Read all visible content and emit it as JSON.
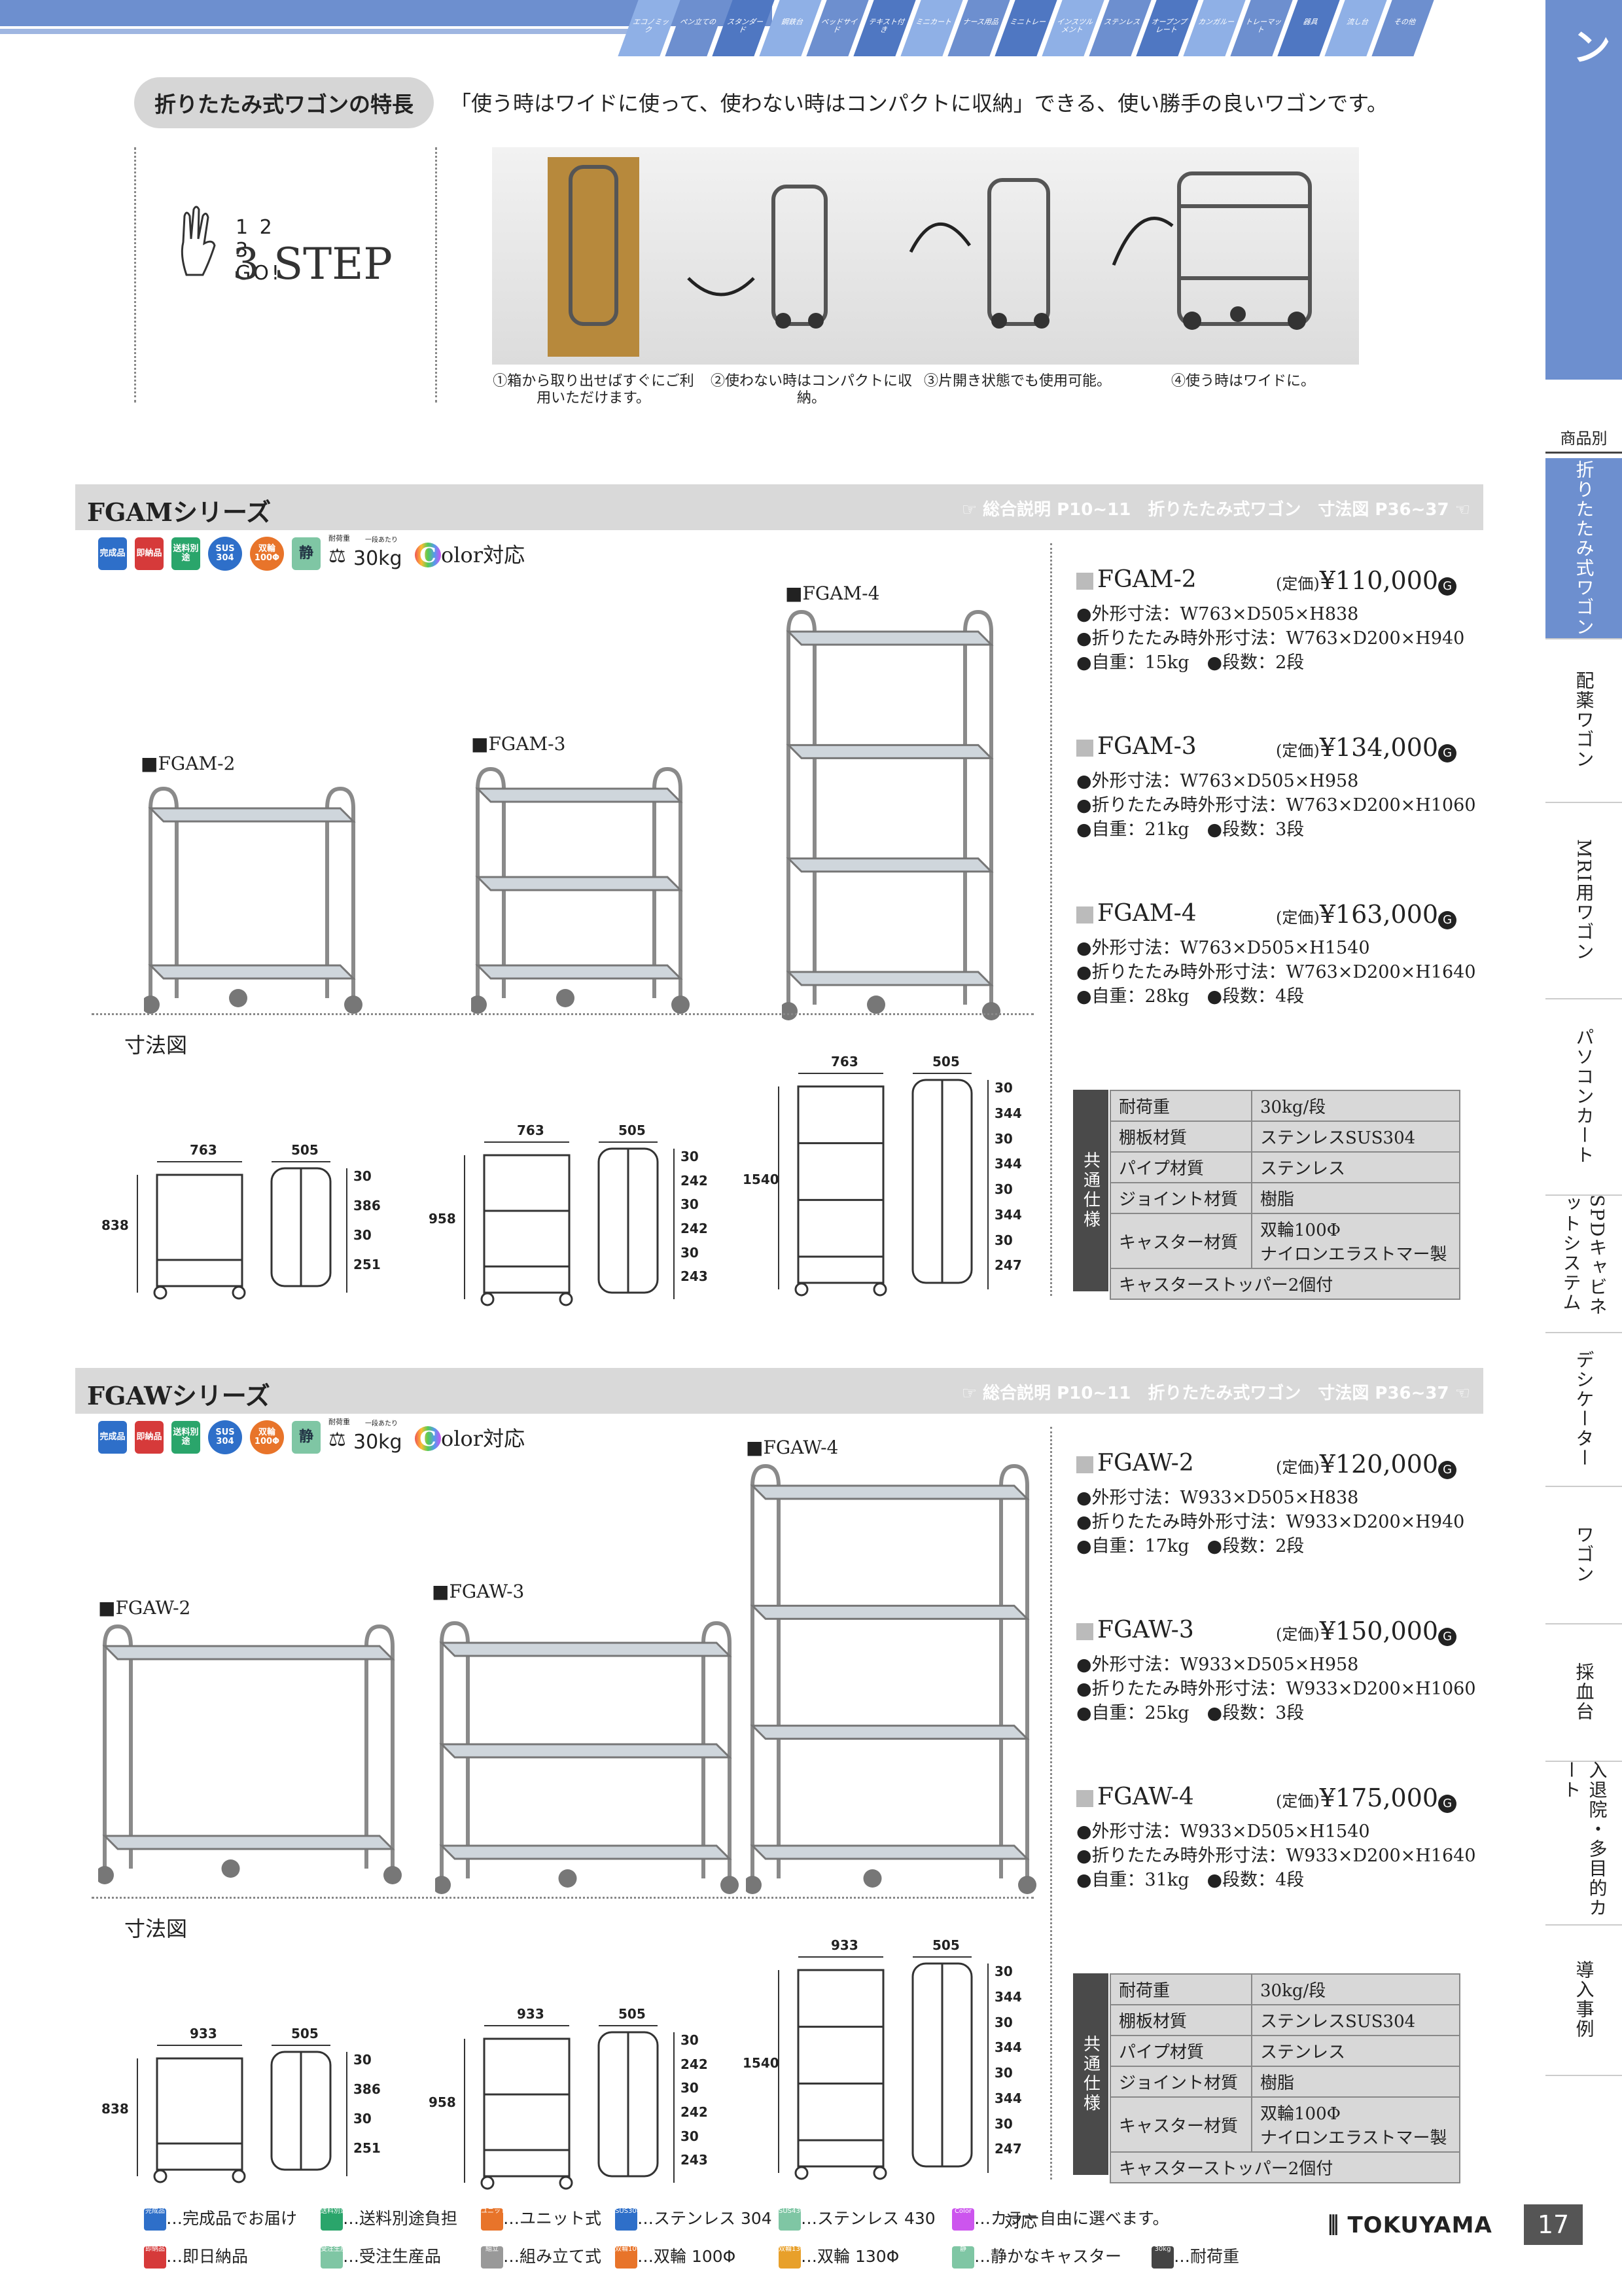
{
  "top_nav": [
    "エコノミック",
    "ペン立ての",
    "スタンダード",
    "鋼鉄台",
    "ベッドサイド",
    "テキスト付き",
    "ミニカート",
    "ナース用品",
    "ミニトレー",
    "インスツルメント",
    "ステンレス",
    "オープンプレート",
    "カンガルー",
    "トレーマット",
    "器具",
    "流し台",
    "その他"
  ],
  "sidebar": {
    "title": "折りたたみ式ワゴン",
    "category_label": "商品別",
    "items": [
      "折りたたみ式ワゴン",
      "配薬ワゴン",
      "MRI用ワゴン",
      "パソコンカート",
      "SPDキャビネットシステム",
      "デシケーター",
      "ワゴン",
      "採血台",
      "入退院・多目的カート",
      "導入事例"
    ]
  },
  "feature": {
    "pill": "折りたたみ式ワゴンの特長",
    "text": "「使う時はワイドに使って、使わない時はコンパクトに収納」できる、使い勝手の良いワゴンです。",
    "step_small": "1 2 3 GO!",
    "step_big": "3 STEP",
    "captions": [
      "①箱から取り出せばすぐにご利用いただけます。",
      "②使わない時はコンパクトに収納。",
      "③片開き状態でも使用可能。",
      "④使う時はワイドに。"
    ]
  },
  "badge_labels": {
    "kansei": "完成品",
    "soku": "即納品",
    "soryo": "送料別途",
    "sus": "SUS 304",
    "sowa": "双輪 100Φ",
    "shizuka": "静",
    "weight": "30kg",
    "weight_small": "耐荷重",
    "weight_note": "一段あたり",
    "color": "olor対応",
    "color_c": "C"
  },
  "series": [
    {
      "name": "FGAMシリーズ",
      "ref1": "総合説明 P10~11",
      "ref2": "折りたたみ式ワゴン",
      "ref3": "寸法図 P36~37",
      "photo_labels": [
        "■FGAM-2",
        "■FGAM-3",
        "■FGAM-4"
      ],
      "dim_title": "寸法図",
      "products": [
        {
          "model": "FGAM-2",
          "teika": "(定価)",
          "price": "¥110,000",
          "g": "G",
          "specs": [
            "●外形寸法：W763×D505×H838",
            "●折りたたみ時外形寸法：W763×D200×H940",
            "●自重：15kg　●段数：2段"
          ]
        },
        {
          "model": "FGAM-3",
          "teika": "(定価)",
          "price": "¥134,000",
          "g": "G",
          "specs": [
            "●外形寸法：W763×D505×H958",
            "●折りたたみ時外形寸法：W763×D200×H1060",
            "●自重：21kg　●段数：3段"
          ]
        },
        {
          "model": "FGAM-4",
          "teika": "(定価)",
          "price": "¥163,000",
          "g": "G",
          "specs": [
            "●外形寸法：W763×D505×H1540",
            "●折りたたみ時外形寸法：W763×D200×H1640",
            "●自重：28kg　●段数：4段"
          ]
        }
      ],
      "dims": {
        "d2": {
          "w": "763",
          "d": "505",
          "h": "838",
          "v": [
            "30",
            "386",
            "30",
            "251"
          ]
        },
        "d3": {
          "w": "763",
          "d": "505",
          "h": "958",
          "v": [
            "30",
            "242",
            "30",
            "242",
            "30",
            "243"
          ]
        },
        "d4": {
          "w": "763",
          "d": "505",
          "h": "1540",
          "v": [
            "30",
            "344",
            "30",
            "344",
            "30",
            "344",
            "30",
            "247"
          ]
        }
      }
    },
    {
      "name": "FGAWシリーズ",
      "ref1": "総合説明 P10~11",
      "ref2": "折りたたみ式ワゴン",
      "ref3": "寸法図 P36~37",
      "photo_labels": [
        "■FGAW-2",
        "■FGAW-3",
        "■FGAW-4"
      ],
      "dim_title": "寸法図",
      "products": [
        {
          "model": "FGAW-2",
          "teika": "(定価)",
          "price": "¥120,000",
          "g": "G",
          "specs": [
            "●外形寸法：W933×D505×H838",
            "●折りたたみ時外形寸法：W933×D200×H940",
            "●自重：17kg　●段数：2段"
          ]
        },
        {
          "model": "FGAW-3",
          "teika": "(定価)",
          "price": "¥150,000",
          "g": "G",
          "specs": [
            "●外形寸法：W933×D505×H958",
            "●折りたたみ時外形寸法：W933×D200×H1060",
            "●自重：25kg　●段数：3段"
          ]
        },
        {
          "model": "FGAW-4",
          "teika": "(定価)",
          "price": "¥175,000",
          "g": "G",
          "specs": [
            "●外形寸法：W933×D505×H1540",
            "●折りたたみ時外形寸法：W933×D200×H1640",
            "●自重：31kg　●段数：4段"
          ]
        }
      ],
      "dims": {
        "d2": {
          "w": "933",
          "d": "505",
          "h": "838",
          "v": [
            "30",
            "386",
            "30",
            "251"
          ]
        },
        "d3": {
          "w": "933",
          "d": "505",
          "h": "958",
          "v": [
            "30",
            "242",
            "30",
            "242",
            "30",
            "243"
          ]
        },
        "d4": {
          "w": "933",
          "d": "505",
          "h": "1540",
          "v": [
            "30",
            "344",
            "30",
            "344",
            "30",
            "344",
            "30",
            "247"
          ]
        }
      }
    }
  ],
  "common_spec": {
    "header": "共通仕様",
    "rows": [
      [
        "耐荷重",
        "30kg/段"
      ],
      [
        "棚板材質",
        "ステンレスSUS304"
      ],
      [
        "パイプ材質",
        "ステンレス"
      ],
      [
        "ジョイント材質",
        "樹脂"
      ],
      [
        "キャスター材質",
        "双輪100Φ\nナイロンエラストマー製"
      ]
    ],
    "footer": "キャスターストッパー2個付"
  },
  "legend": [
    [
      "完成品",
      "…完成品でお届け"
    ],
    [
      "送料別途",
      "…送料別途負担"
    ],
    [
      "ユニット",
      "…ユニット式"
    ],
    [
      "SUS304",
      "…ステンレス 304"
    ],
    [
      "SUS430",
      "…ステンレス 430"
    ],
    [
      "Color",
      "…カラー自由に選べます。"
    ],
    [
      "即納品",
      "…即日納品"
    ],
    [
      "受注生産",
      "…受注生産品"
    ],
    [
      "組立",
      "…組み立て式"
    ],
    [
      "双輪100",
      "…双輪 100Φ"
    ],
    [
      "双輪130",
      "…双輪 130Φ"
    ],
    [
      "静",
      "…静かなキャスター"
    ],
    [
      "30kg",
      "…耐荷重"
    ]
  ],
  "legend_color_word": "対応",
  "brand": "TOKUYAMA",
  "page_number": "17",
  "colors": {
    "accent": "#6d8fcf",
    "kansei": "#2e6fc9",
    "soku": "#d63a3a",
    "soryo": "#2aa56b",
    "sus": "#2e6fc9",
    "sowa": "#e8742a",
    "shizuka": "#7fc6a4"
  }
}
